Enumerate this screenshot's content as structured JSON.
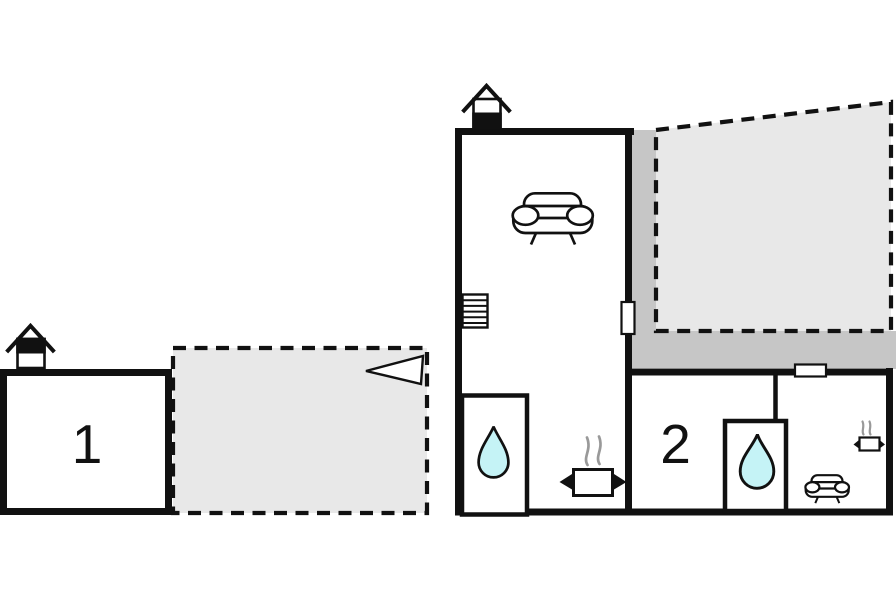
{
  "plan": {
    "unit1": {
      "label": "1"
    },
    "unit2": {
      "label": "2"
    },
    "colors": {
      "wall": "#111111",
      "terrace_light": "#e8e8e8",
      "terrace_dark": "#c6c6c6",
      "water_drop": "#c5f3f6",
      "steam": "#999999"
    },
    "icons": [
      {
        "name": "house-upper-floor-icon",
        "meaning": "floor indicator, upper half filled"
      },
      {
        "name": "house-ground-floor-icon",
        "meaning": "floor indicator, lower half filled"
      },
      {
        "name": "direction-arrow-icon",
        "meaning": "triangle pointer on terrace"
      },
      {
        "name": "sofa-icon",
        "meaning": "living room seating"
      },
      {
        "name": "stairs-icon",
        "meaning": "staircase"
      },
      {
        "name": "water-drop-icon",
        "meaning": "bathroom / water"
      },
      {
        "name": "cooking-pot-icon",
        "meaning": "kitchen / cooking"
      },
      {
        "name": "door-icon",
        "meaning": "door opening in wall"
      },
      {
        "name": "window-icon",
        "meaning": "window opening in wall"
      }
    ]
  }
}
